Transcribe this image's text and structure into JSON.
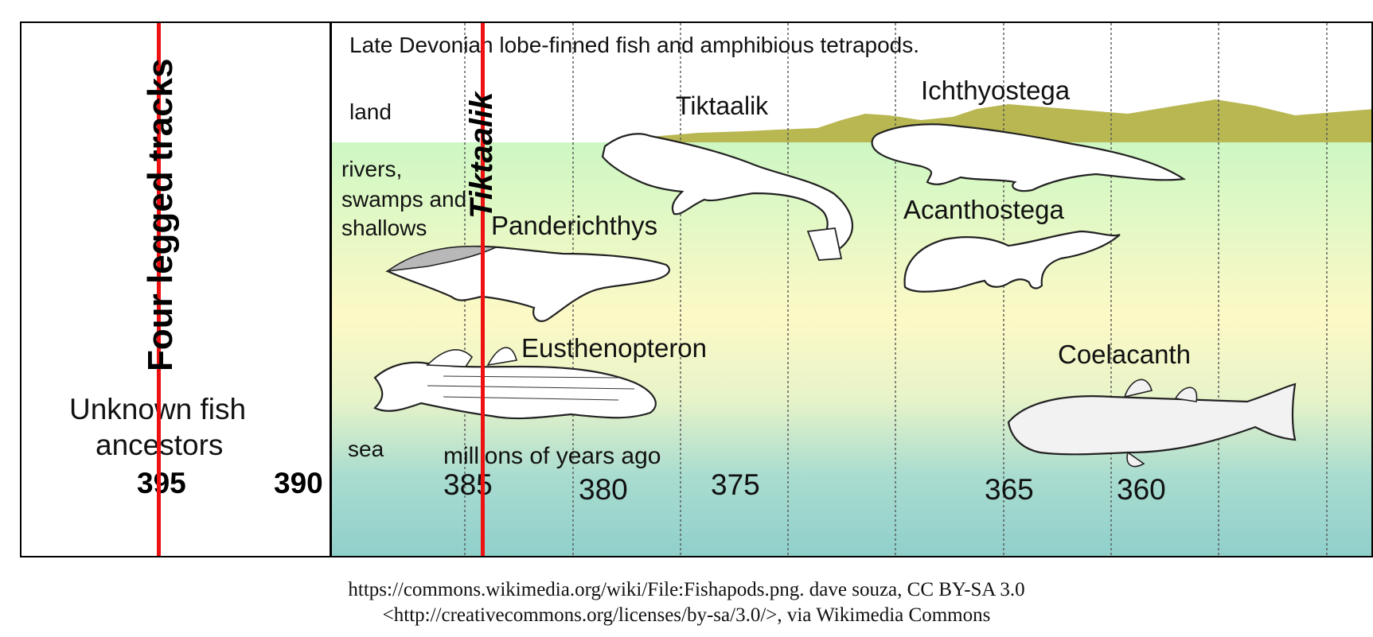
{
  "diagram": {
    "title": "Late Devonian lobe-finned fish and amphibious tetrapods.",
    "zones": {
      "land": "land",
      "rivers_lines": [
        "rivers,",
        "swamps and",
        "shallows"
      ],
      "sea": "sea"
    },
    "animals": {
      "tiktaalik": "Tiktaalik",
      "ichthyostega": "Ichthyostega",
      "acanthostega": "Acanthostega",
      "panderichthys": "Panderichthys",
      "eusthenopteron": "Eusthenopteron",
      "coelacanth": "Coelacanth"
    },
    "axis_label": "millions of years ago",
    "ticks": [
      "385",
      "380",
      "375",
      "365",
      "360"
    ],
    "extension": {
      "ancestors_lines": [
        "Unknown fish",
        "ancestors"
      ],
      "ticks_bold": [
        "395",
        "390"
      ]
    },
    "overlays": {
      "four_legged_tracks": "Four legged tracks",
      "tiktaalik_marker": "Tiktaalik"
    }
  },
  "credit": {
    "line1": "https://commons.wikimedia.org/wiki/File:Fishapods.png. dave souza, CC BY-SA 3.0",
    "line2": "<http://creativecommons.org/licenses/by-sa/3.0/>, via Wikimedia Commons"
  },
  "colors": {
    "accent_line": "#ee1111",
    "land": "#b9b752",
    "shallows": "#cdf7c4",
    "mid_water": "#fdf9c6",
    "sea": "#8fcfcb"
  }
}
